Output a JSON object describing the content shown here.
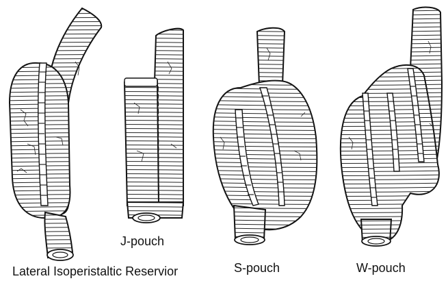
{
  "figure": {
    "pouches": [
      {
        "id": "lateral",
        "label": "Lateral Isoperistaltic Reservior"
      },
      {
        "id": "j",
        "label": "J-pouch"
      },
      {
        "id": "s",
        "label": "S-pouch"
      },
      {
        "id": "w",
        "label": "W-pouch"
      }
    ]
  }
}
